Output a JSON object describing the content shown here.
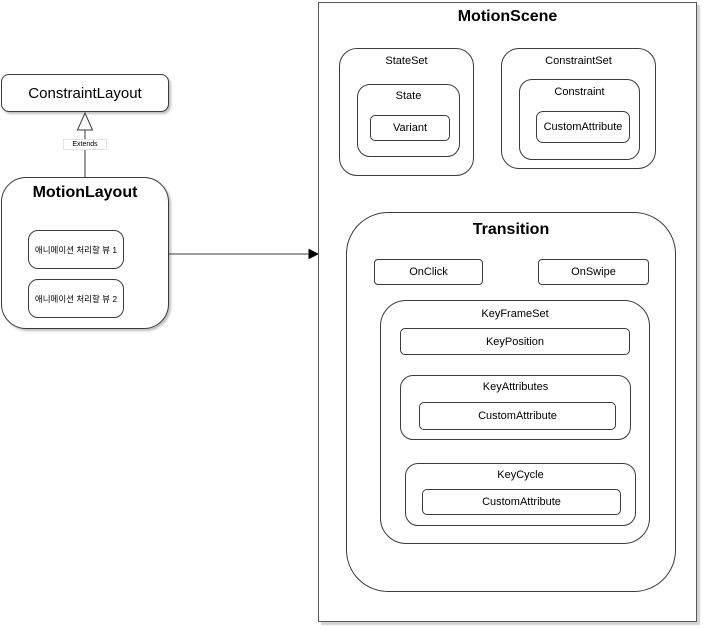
{
  "diagram": {
    "constraint_layout": {
      "label": "ConstraintLayout"
    },
    "extends_label": "Extends",
    "motion_layout": {
      "label": "MotionLayout",
      "views": [
        "애니메이션 처리할 뷰 1",
        "애니메이션 처리할 뷰 2"
      ]
    },
    "motion_scene": {
      "label": "MotionScene",
      "state_set": {
        "label": "StateSet",
        "state": {
          "label": "State",
          "variant_label": "Variant"
        }
      },
      "constraint_set": {
        "label": "ConstraintSet",
        "constraint": {
          "label": "Constraint",
          "custom_attribute_label": "CustomAttribute"
        }
      },
      "transition": {
        "label": "Transition",
        "on_click_label": "OnClick",
        "on_swipe_label": "OnSwipe",
        "key_frame_set": {
          "label": "KeyFrameSet",
          "key_position_label": "KeyPosition",
          "key_attributes": {
            "label": "KeyAttributes",
            "custom_attribute_label": "CustomAttribute"
          },
          "key_cycle": {
            "label": "KeyCycle",
            "custom_attribute_label": "CustomAttribute"
          }
        }
      }
    },
    "colors": {
      "border": "#3b3b3b",
      "outer_border": "#595959",
      "background": "#ffffff",
      "shadow": "#d9d9d9"
    }
  }
}
